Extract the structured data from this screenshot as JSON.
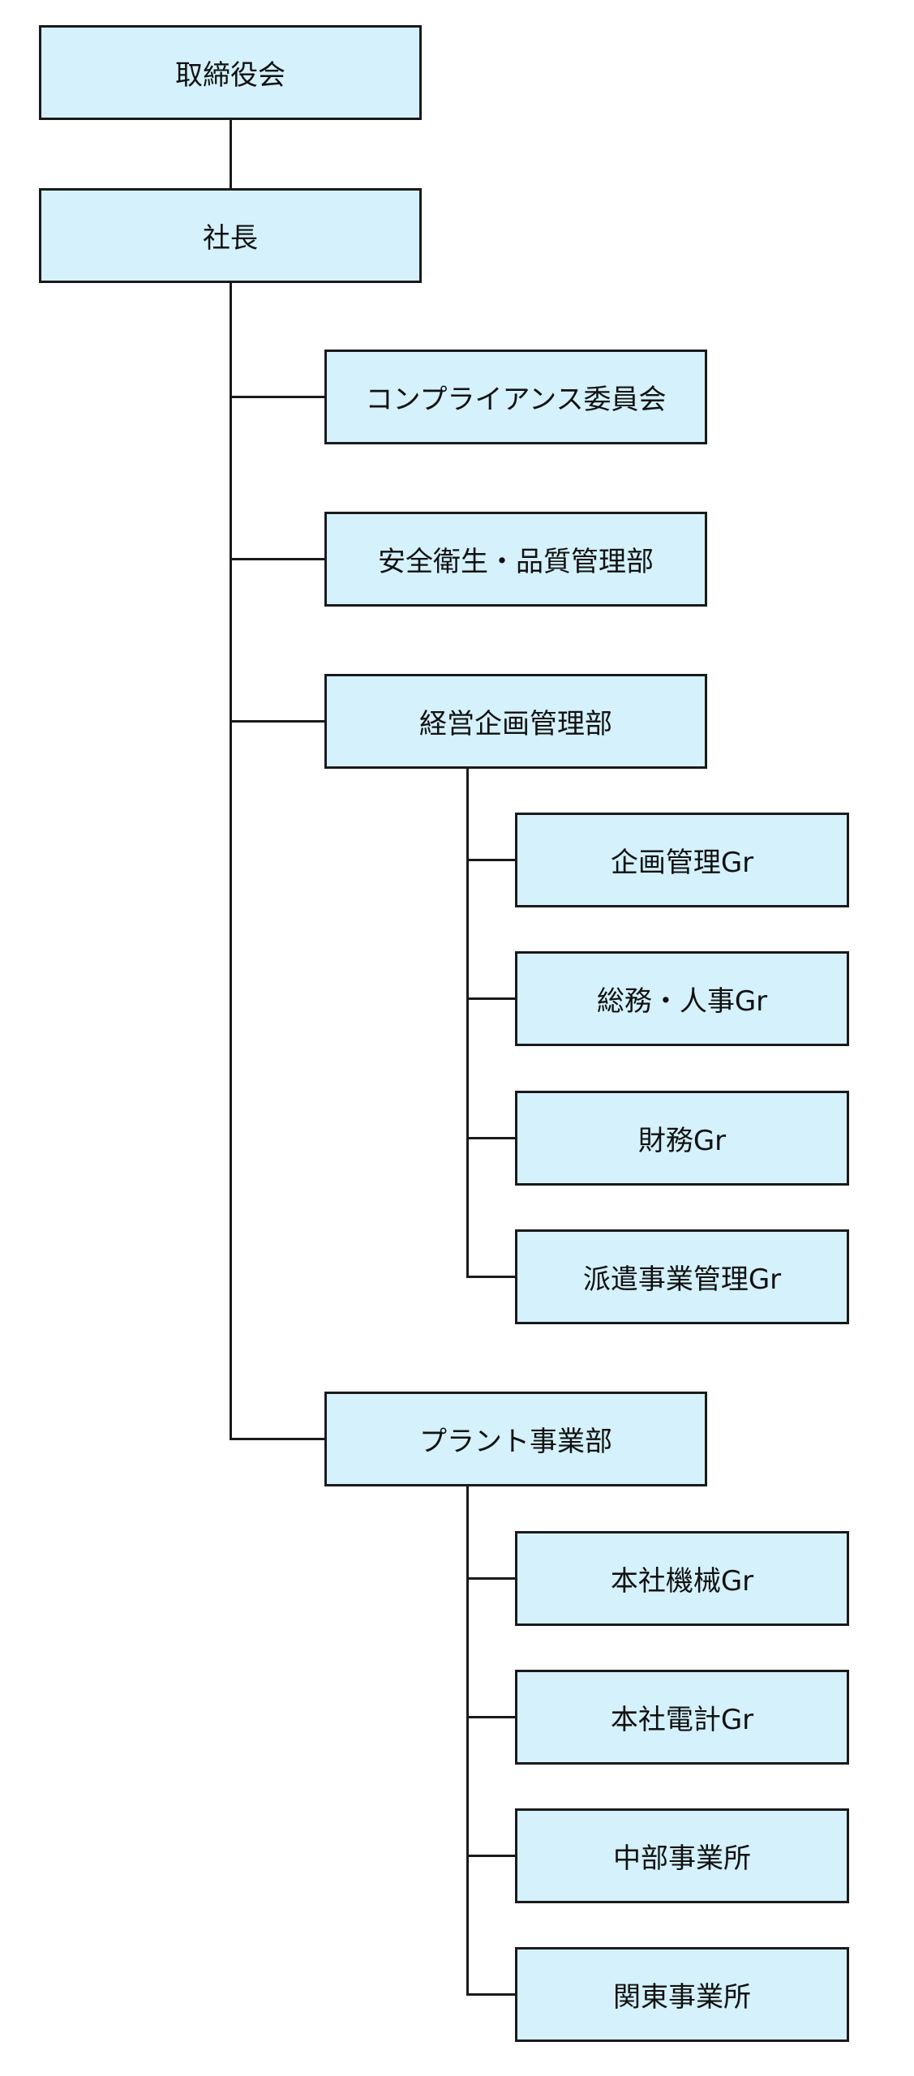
{
  "org_chart": {
    "board": "取締役会",
    "president": "社長",
    "departments": {
      "compliance": "コンプライアンス委員会",
      "safety_quality": "安全衛生・品質管理部",
      "planning": {
        "label": "経営企画管理部",
        "groups": [
          "企画管理Gr",
          "総務・人事Gr",
          "財務Gr",
          "派遣事業管理Gr"
        ]
      },
      "plant": {
        "label": "プラント事業部",
        "groups": [
          "本社機械Gr",
          "本社電計Gr",
          "中部事業所",
          "関東事業所"
        ]
      }
    }
  },
  "colors": {
    "box_fill": "#d4f1fc",
    "box_border": "#1a1a1a",
    "line": "#1a1a1a",
    "text": "#111111",
    "background": "#ffffff"
  }
}
